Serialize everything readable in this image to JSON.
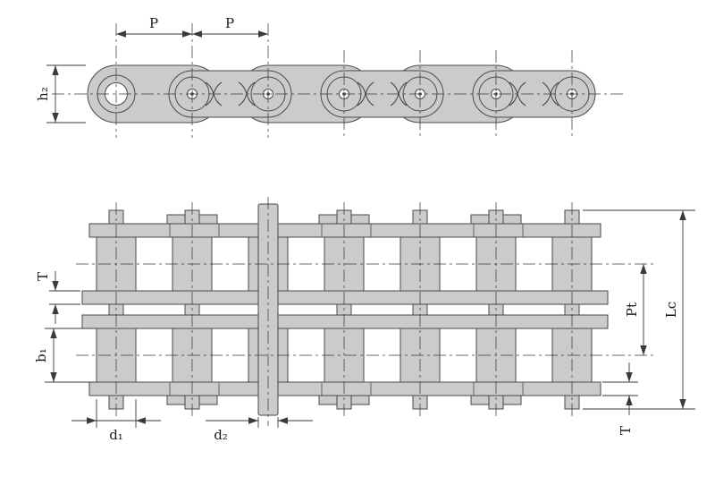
{
  "diagram": {
    "side_view": {
      "pitch_label_1": "P",
      "pitch_label_2": "P",
      "plate_height_label": "h₂"
    },
    "plan_view": {
      "plate_thickness_label_left": "T",
      "inner_plate_width_label": "b₁",
      "roller_diameter_label": "d₁",
      "pin_diameter_label": "d₂",
      "transverse_pitch_label": "Pt",
      "pin_length_label": "Lc",
      "plate_thickness_label_bottom": "T"
    },
    "colors": {
      "background": "#ffffff",
      "part_fill": "#cbcbcb",
      "part_stroke": "#4a4a4a",
      "dimension_line": "#3a3a3a",
      "text": "#1c1c1c"
    }
  }
}
